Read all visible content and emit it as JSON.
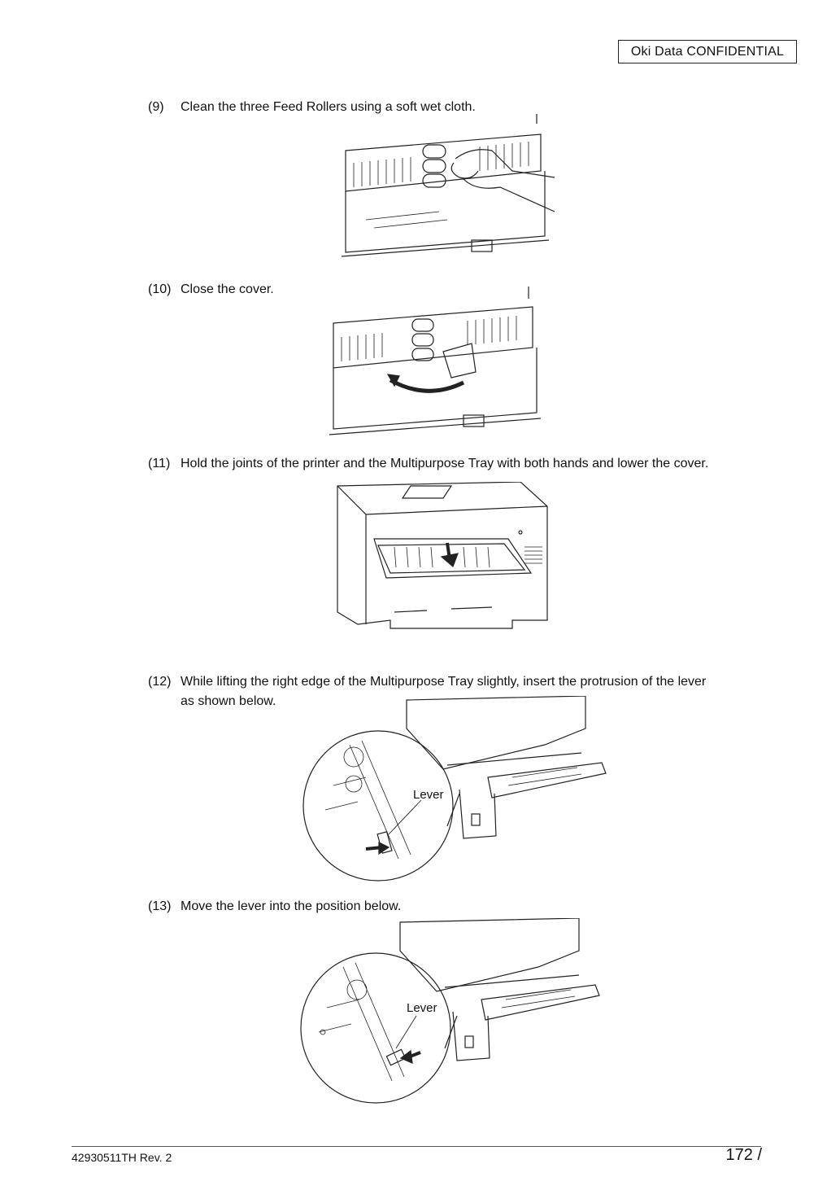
{
  "header": {
    "confidential": "Oki  Data  CONFIDENTIAL"
  },
  "steps": [
    {
      "num": "(9)",
      "text": "Clean the three Feed Rollers using a soft wet cloth."
    },
    {
      "num": "(10)",
      "text": "Close the cover."
    },
    {
      "num": "(11)",
      "text": "Hold the joints of the printer and the Multipurpose Tray with both hands and lower the cover."
    },
    {
      "num": "(12)",
      "text": "While lifting the right edge of the Multipurpose Tray slightly, insert the protrusion of the lever",
      "text_cont": "as shown below."
    },
    {
      "num": "(13)",
      "text": "Move the lever into the position below."
    }
  ],
  "figures": {
    "fig12_callout": "Lever",
    "fig13_callout": "Lever"
  },
  "footer": {
    "doc_id": "42930511TH  Rev. 2",
    "page": "172 /"
  }
}
